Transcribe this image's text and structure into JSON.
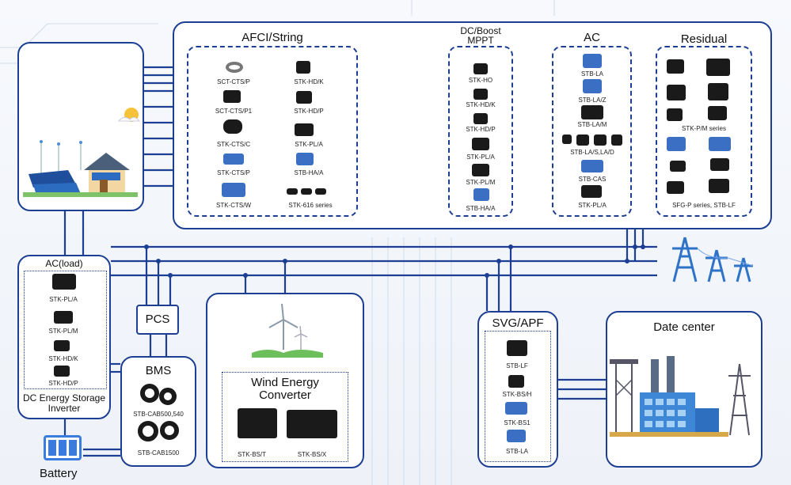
{
  "diagram": {
    "afci_title": "AFCI/String",
    "dcboost_title": "DC/Boost MPPT",
    "ac_title": "AC",
    "residual_title": "Residual",
    "acload_title": "AC(load)",
    "inverter_title": "DC Energy Storage Inverter",
    "pcs_title": "PCS",
    "bms_title": "BMS",
    "battery_title": "Battery",
    "wind_title": "Wind Energy Converter",
    "svg_title": "SVG/APF",
    "datacenter_title": "Date center"
  },
  "afci": {
    "col1": [
      "SCT-CTS/P",
      "SCT-CTS/P1",
      "STK-CTS/C",
      "STK-CTS/P",
      "STK-CTS/W"
    ],
    "col2": [
      "STK-HD/K",
      "STK-HD/P",
      "STK-PL/A",
      "STB-HA/A",
      "STK-616 series"
    ]
  },
  "dcboost": [
    "STK-HO",
    "STK-HD/K",
    "STK-HD/P",
    "STK-PL/A",
    "STK-PL/M",
    "STB-HA/A"
  ],
  "ac": [
    "STB-LA",
    "STB-LA/Z",
    "STB-LA/M",
    "STB-LA/S,LA/D",
    "STB-CAS",
    "STK-PL/A"
  ],
  "residual": [
    "STK-P/M series",
    "SFG-P series, STB-LF"
  ],
  "acload": [
    "STK-PL/A",
    "STK-PL/M",
    "STK-HD/K",
    "STK-HD/P"
  ],
  "bms": [
    "STB-CAB500,540",
    "STB-CAB1500"
  ],
  "wind": [
    "STK-BS/T",
    "STK-BS/X"
  ],
  "svgapf": [
    "STB-LF",
    "STK-BS/H",
    "STK-BS1",
    "STB-LA"
  ],
  "colors": {
    "line": "#1c3f93",
    "accent_blue": "#3a6fc4",
    "pylon": "#2f73c9"
  }
}
